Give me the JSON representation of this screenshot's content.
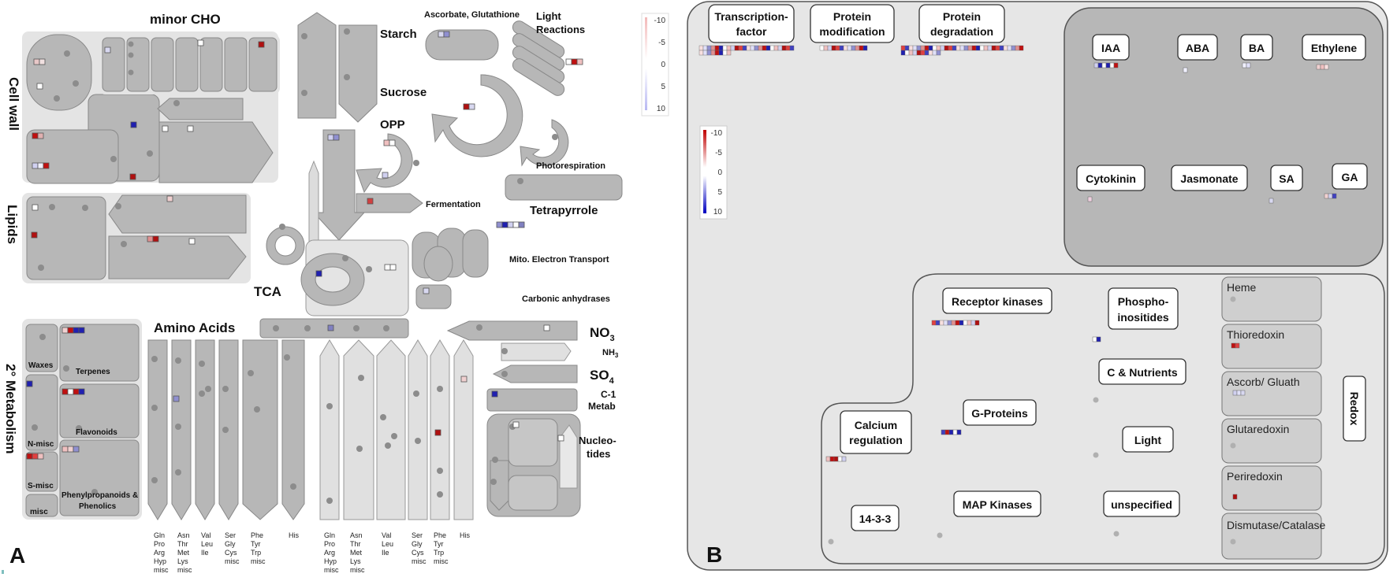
{
  "panel_a": {
    "letter": "A",
    "labels": {
      "minor_cho": "minor CHO",
      "cell_wall": "Cell wall",
      "lipids": "Lipids",
      "secondary_metabolism": "2° Metabolism",
      "starch": "Starch",
      "sucrose": "Sucrose",
      "opp": "OPP",
      "ascorbate": "Ascorbate, Glutathione",
      "light_reactions_1": "Light",
      "light_reactions_2": "Reactions",
      "photorespiration": "Photorespiration",
      "fermentation": "Fermentation",
      "tetrapyrrole": "Tetrapyrrole",
      "mito": "Mito. Electron Transport",
      "carbonic": "Carbonic anhydrases",
      "tca": "TCA",
      "amino_acids": "Amino Acids",
      "no3": "NO",
      "no3_sub": "3",
      "nh3": "NH",
      "nh3_sub": "3",
      "so4": "SO",
      "so4_sub": "4",
      "c1_a": "C-1",
      "c1_b": "Metab",
      "nucleo_a": "Nucleo-",
      "nucleo_b": "tides",
      "waxes": "Waxes",
      "terpenes": "Terpenes",
      "flavonoids": "Flavonoids",
      "nmisc": "N-misc",
      "smisc": "S-misc",
      "phenyl_a": "Phenylpropanoids &",
      "phenyl_b": "Phenolics",
      "misc": "misc"
    },
    "aa_labels": [
      [
        "Gln",
        "Pro",
        "Arg",
        "Hyp",
        "misc"
      ],
      [
        "Asn",
        "Thr",
        "Met",
        "Lys",
        "misc"
      ],
      [
        "Val",
        "Leu",
        "Ile"
      ],
      [
        "Ser",
        "Gly",
        "Cys",
        "misc"
      ],
      [
        "Phe",
        "Tyr",
        "Trp",
        "misc"
      ],
      [
        "His"
      ]
    ],
    "scale_ticks": [
      "-10",
      "-5",
      "0",
      "5",
      "10"
    ]
  },
  "panel_b": {
    "letter": "B",
    "scale_ticks": [
      "-10",
      "-5",
      "0",
      "5",
      "10"
    ],
    "boxes": {
      "transcription_a": "Transcription-",
      "transcription_b": "factor",
      "protein_mod_a": "Protein",
      "protein_mod_b": "modification",
      "protein_deg_a": "Protein",
      "protein_deg_b": "degradation",
      "iaa": "IAA",
      "aba": "ABA",
      "ba": "BA",
      "ethylene": "Ethylene",
      "cytokinin": "Cytokinin",
      "jasmonate": "Jasmonate",
      "sa": "SA",
      "ga": "GA",
      "receptor_kinases": "Receptor kinases",
      "phospho_a": "Phospho-",
      "phospho_b": "inositides",
      "c_nutrients": "C & Nutrients",
      "g_proteins": "G-Proteins",
      "light": "Light",
      "calcium_a": "Calcium",
      "calcium_b": "regulation",
      "map_kinases": "MAP Kinases",
      "unspecified": "unspecified",
      "fourteen_33": "14-3-3",
      "redox": "Redox",
      "heme": "Heme",
      "thioredoxin": "Thioredoxin",
      "ascorb": "Ascorb/ Gluath",
      "glutaredoxin": "Glutaredoxin",
      "periredoxin": "Periredoxin",
      "dismutase": "Dismutase/Catalase"
    }
  },
  "colors": {
    "shape_fill": "#b7b7b7",
    "shape_stroke": "#888888",
    "panel_bg": "#e6e6e6",
    "dot": "#8c8c8c",
    "up_red": "#b01010",
    "down_blue": "#1010b0"
  }
}
